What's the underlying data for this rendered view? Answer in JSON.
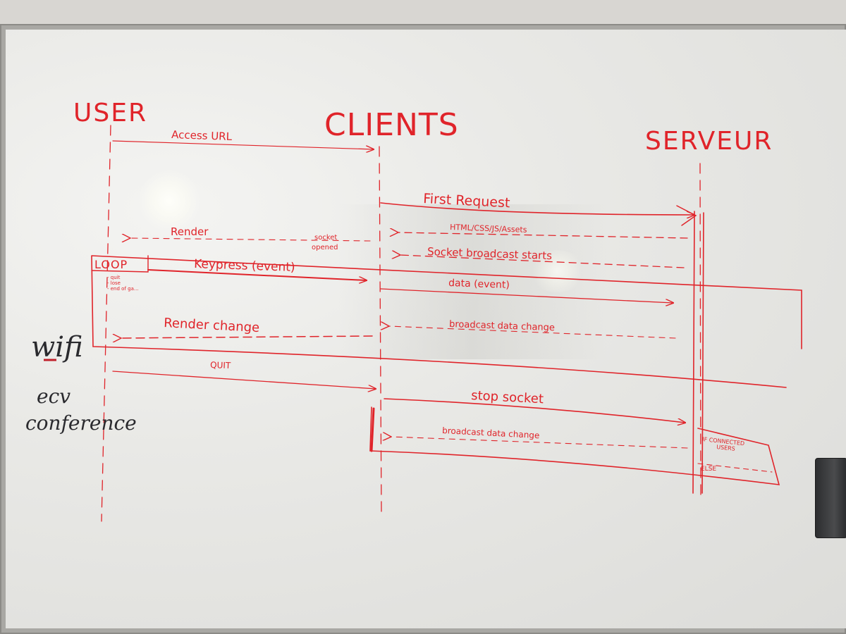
{
  "colors": {
    "marker_red": "#e0242a",
    "marker_black": "#2a2a2e",
    "board": "#ececea"
  },
  "participants": [
    "USER",
    "CLIENTS",
    "SERVEUR"
  ],
  "messages": [
    "Access URL",
    "First Request",
    "HTML/CSS/JS/Assets",
    "Render",
    "socket",
    "opened",
    "Socket broadcast starts",
    "Keypress (event)",
    "data (event)",
    "Render change",
    "broadcast data change",
    "QUIT",
    "stop socket",
    "broadcast data change"
  ],
  "fragments": {
    "loop_label": "LOOP",
    "loop_notes": [
      "- quit",
      "- lose",
      "- end of ga..."
    ],
    "if_label": "IF CONNECTED USERS",
    "if_line1": "IF CONNECTED",
    "if_line2": "USERS",
    "else_label": "ELSE"
  },
  "side_notes": [
    "wifi",
    "ecv",
    "conference"
  ]
}
